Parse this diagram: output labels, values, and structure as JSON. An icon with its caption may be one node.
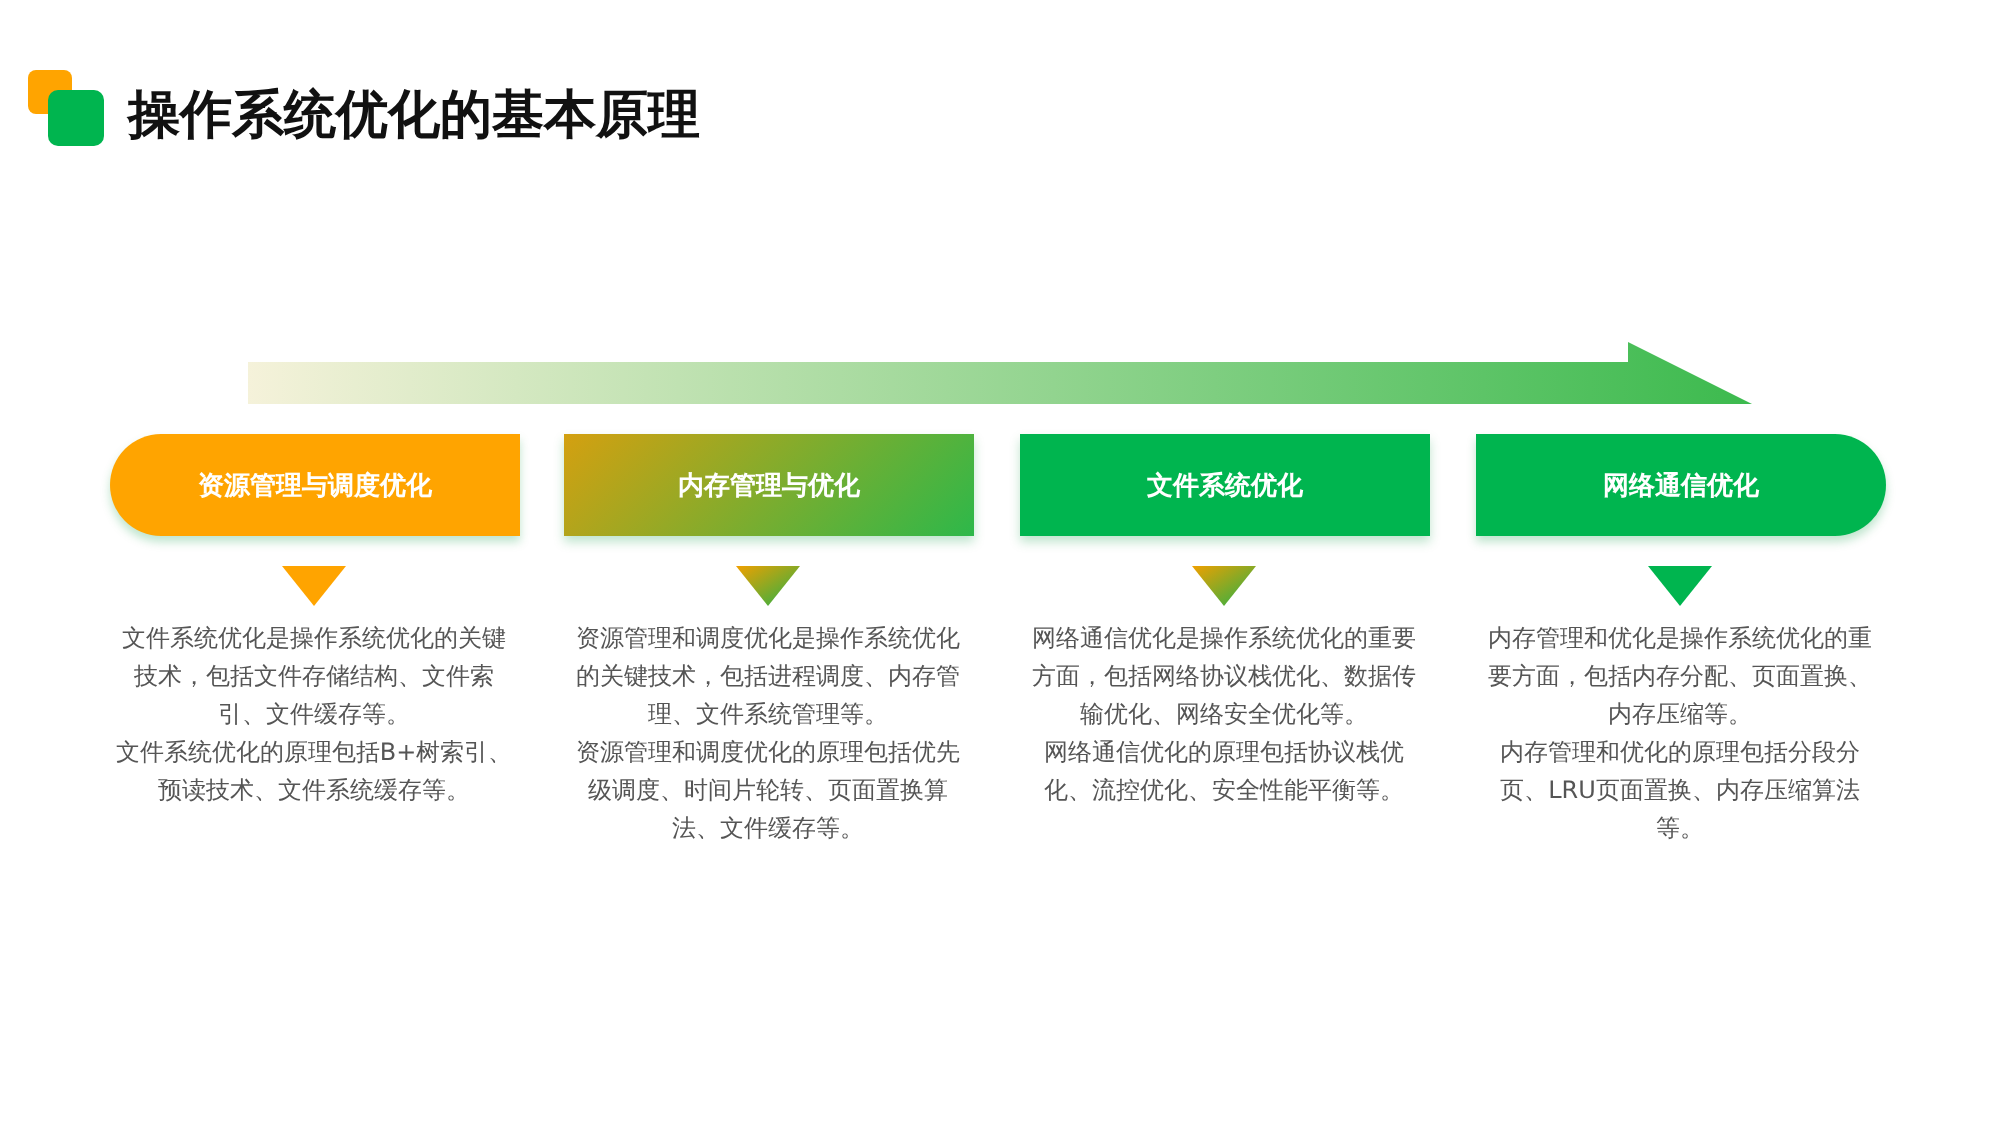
{
  "diagram": {
    "title": "操作系统优化的基本原理",
    "nodes": [
      {
        "text": [
          "资源管理与调度优化"
        ],
        "beside": [
          "文件系统优化是操作系统优化的关键技术，包括文件存储结构、文件索引、文件缓存等。",
          "文件系统优化的原理包括B+树索引、预读技术、文件系统缓存等。"
        ]
      },
      {
        "text": [
          "内存管理与优化"
        ],
        "beside": [
          "资源管理和调度优化是操作系统优化的关键技术，包括进程调度、内存管理、文件系统管理等。",
          "资源管理和调度优化的原理包括优先级调度、时间片轮转、页面置换算法、文件缓存等。"
        ]
      },
      {
        "text": [
          "文件系统优化"
        ],
        "beside": [
          "网络通信优化是操作系统优化的重要方面，包括网络协议栈优化、数据传输优化、网络安全优化等。",
          "网络通信优化的原理包括协议栈优化、流控优化、安全性能平衡等。"
        ]
      },
      {
        "text": [
          "网络通信优化"
        ],
        "beside": [
          "内存管理和优化是操作系统优化的重要方面，包括内存分配、页面置换、内存压缩等。",
          "内存管理和优化的原理包括分段分页、LRU页面置换、内存压缩算法等。"
        ]
      }
    ]
  }
}
